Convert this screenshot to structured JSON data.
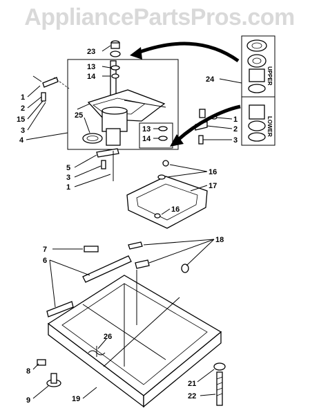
{
  "watermark": "AppliancePartsPros.com",
  "callouts": {
    "c1a": "1",
    "c2a": "2",
    "c15": "15",
    "c3a": "3",
    "c4": "4",
    "c25": "25",
    "c23": "23",
    "c13a": "13",
    "c14a": "14",
    "c24": "24",
    "c13b": "13",
    "c14b": "14",
    "c1b": "1",
    "c2b": "2",
    "c3b": "3",
    "c5": "5",
    "c3c": "3",
    "c1c": "1",
    "c16a": "16",
    "c17": "17",
    "c16b": "16",
    "c7": "7",
    "c6": "6",
    "c18": "18",
    "c26": "26",
    "c8": "8",
    "c9": "9",
    "c19": "19",
    "c21": "21",
    "c22": "22"
  },
  "bearing_labels": {
    "upper": "UPPER",
    "lower": "LOWER"
  },
  "icons": [
    "arrow-icon"
  ]
}
